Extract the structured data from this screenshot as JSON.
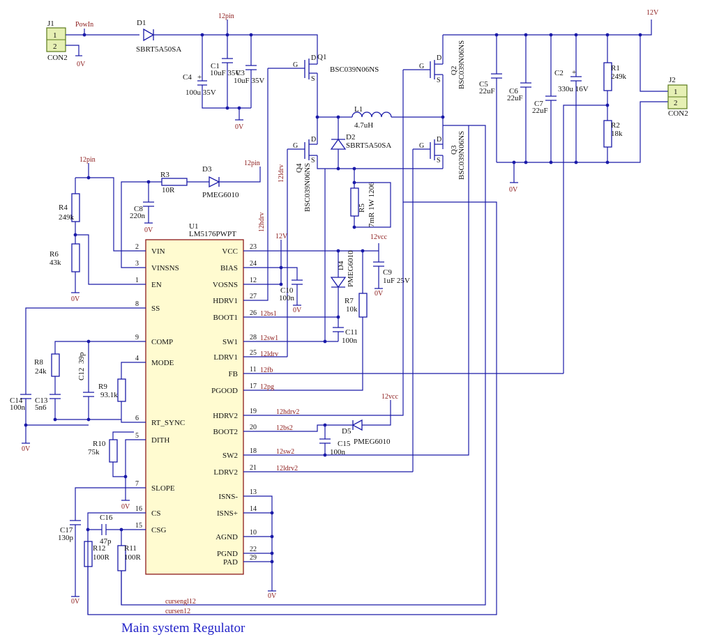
{
  "title": "Main system Regulator",
  "ic": {
    "ref": "U1",
    "part": "LM5176PWPT",
    "left_pins": [
      {
        "num": "2",
        "name": "VIN"
      },
      {
        "num": "3",
        "name": "VINSNS"
      },
      {
        "num": "1",
        "name": "EN"
      },
      {
        "num": "8",
        "name": "SS"
      },
      {
        "num": "9",
        "name": "COMP"
      },
      {
        "num": "4",
        "name": "MODE"
      },
      {
        "num": "6",
        "name": "RT_SYNC"
      },
      {
        "num": "5",
        "name": "DITH"
      },
      {
        "num": "7",
        "name": "SLOPE"
      },
      {
        "num": "16",
        "name": "CS"
      },
      {
        "num": "15",
        "name": "CSG"
      }
    ],
    "right_pins": [
      {
        "num": "23",
        "name": "VCC"
      },
      {
        "num": "24",
        "name": "BIAS"
      },
      {
        "num": "12",
        "name": "VOSNS"
      },
      {
        "num": "27",
        "name": "HDRV1"
      },
      {
        "num": "26",
        "name": "BOOT1"
      },
      {
        "num": "28",
        "name": "SW1"
      },
      {
        "num": "25",
        "name": "LDRV1"
      },
      {
        "num": "11",
        "name": "FB"
      },
      {
        "num": "17",
        "name": "PGOOD"
      },
      {
        "num": "19",
        "name": "HDRV2"
      },
      {
        "num": "20",
        "name": "BOOT2"
      },
      {
        "num": "18",
        "name": "SW2"
      },
      {
        "num": "21",
        "name": "LDRV2"
      },
      {
        "num": "13",
        "name": "ISNS-"
      },
      {
        "num": "14",
        "name": "ISNS+"
      },
      {
        "num": "10",
        "name": "AGND"
      },
      {
        "num": "22",
        "name": "PGND"
      },
      {
        "num": "29",
        "name": "PAD"
      }
    ]
  },
  "connectors": {
    "j1": {
      "ref": "J1",
      "type": "CON2",
      "pin1": "1",
      "pin2": "2"
    },
    "j2": {
      "ref": "J2",
      "type": "CON2",
      "pin1": "1",
      "pin2": "2"
    }
  },
  "nets": {
    "powin": "PowIn",
    "p12pin": "12pin",
    "p12v": "12V",
    "p12vcc": "12vcc",
    "gnd": "0V",
    "n12bs1": "12bs1",
    "n12sw1": "12sw1",
    "n12ldrv": "12ldrv",
    "n12fb": "12fb",
    "n12pg": "12pg",
    "n12hdrv2": "12hdrv2",
    "n12bs2": "12bs2",
    "n12sw2": "12sw2",
    "n12ldrv2": "12ldrv2",
    "n12hdrv": "12hdrv",
    "cursengl12": "cursengl12",
    "cursen12": "cursen12"
  },
  "components": {
    "d1": {
      "ref": "D1",
      "val": "SBRT5A50SA"
    },
    "d2": {
      "ref": "D2",
      "val": "SBRT5A50SA"
    },
    "d3": {
      "ref": "D3",
      "val": "PMEG6010"
    },
    "d4": {
      "ref": "D4",
      "val": "PMEG6010"
    },
    "d5": {
      "ref": "D5",
      "val": "PMEG6010"
    },
    "q1": {
      "ref": "Q1",
      "val": "BSC039N06NS"
    },
    "q2": {
      "ref": "Q2",
      "val": "BSC039N06NS"
    },
    "q3": {
      "ref": "Q3",
      "val": "BSC039N06NS"
    },
    "q4": {
      "ref": "Q4",
      "val": "BSC039N06NS"
    },
    "l1": {
      "ref": "L1",
      "val": "4.7uH"
    },
    "c1": {
      "ref": "C1",
      "val": "10uF 35V"
    },
    "c2": {
      "ref": "C2",
      "val": "330u 16V"
    },
    "c3": {
      "ref": "C3",
      "val": "10uF 35V"
    },
    "c4": {
      "ref": "C4",
      "val": "100u 35V"
    },
    "c5": {
      "ref": "C5",
      "val": "22uF"
    },
    "c6": {
      "ref": "C6",
      "val": "22uF"
    },
    "c7": {
      "ref": "C7",
      "val": "22uF"
    },
    "c8": {
      "ref": "C8",
      "val": "220n"
    },
    "c9": {
      "ref": "C9",
      "val": "1uF 25V"
    },
    "c10": {
      "ref": "C10",
      "val": "100n"
    },
    "c11": {
      "ref": "C11",
      "val": "100n"
    },
    "c12": {
      "ref": "C12",
      "val": "39p"
    },
    "c13": {
      "ref": "C13",
      "val": "5n6"
    },
    "c14": {
      "ref": "C14",
      "val": "100n"
    },
    "c15": {
      "ref": "C15",
      "val": "100n"
    },
    "c16": {
      "ref": "C16",
      "val": "47p"
    },
    "c17": {
      "ref": "C17",
      "val": "130p"
    },
    "r1": {
      "ref": "R1",
      "val": "249k"
    },
    "r2": {
      "ref": "R2",
      "val": "18k"
    },
    "r3": {
      "ref": "R3",
      "val": "10R"
    },
    "r4": {
      "ref": "R4",
      "val": "249k"
    },
    "r5": {
      "ref": "R5",
      "val": "7mR 1W 1206"
    },
    "r6": {
      "ref": "R6",
      "val": "43k"
    },
    "r7": {
      "ref": "R7",
      "val": "10k"
    },
    "r8": {
      "ref": "R8",
      "val": "24k"
    },
    "r9": {
      "ref": "R9",
      "val": "93.1k"
    },
    "r10": {
      "ref": "R10",
      "val": "75k"
    },
    "r11": {
      "ref": "R11",
      "val": "100R"
    },
    "r12": {
      "ref": "R12",
      "val": "100R"
    }
  },
  "fet_pins": {
    "g": "G",
    "d": "D",
    "s": "S"
  }
}
